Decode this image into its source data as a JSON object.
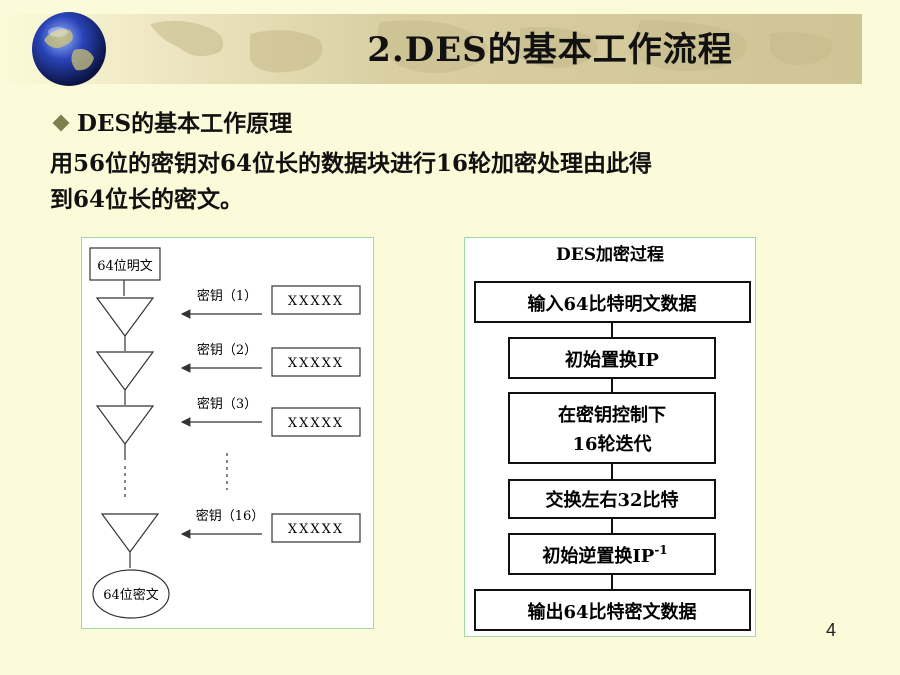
{
  "title": "2.DES的基本工作流程",
  "bullet": "DES的基本工作原理",
  "description": [
    "用56位的密钥对64位长的数据块进行16轮加密处理由此得",
    "到64位长的密文。"
  ],
  "left_diagram": {
    "plaintext": "64位明文",
    "ciphertext": "64位密文",
    "keys": [
      "密钥（1）",
      "密钥（2）",
      "密钥（3）",
      "密钥（16）"
    ],
    "key_value": "XXXXX"
  },
  "right_diagram": {
    "title": "DES加密过程",
    "steps": [
      {
        "lines": [
          "输入64比特明文数据"
        ]
      },
      {
        "lines": [
          "初始置换IP"
        ]
      },
      {
        "lines": [
          "在密钥控制下",
          "16轮迭代"
        ]
      },
      {
        "lines": [
          "交换左右32比特"
        ]
      },
      {
        "lines": [
          "初始逆置换IP"
        ],
        "superscript": "-1"
      },
      {
        "lines": [
          "输出64比特密文数据"
        ]
      }
    ]
  },
  "page_number": "4",
  "colors": {
    "background": "#fbfbd9",
    "frame_border": "#9fd9a6",
    "bullet": "#7e7f4f"
  }
}
